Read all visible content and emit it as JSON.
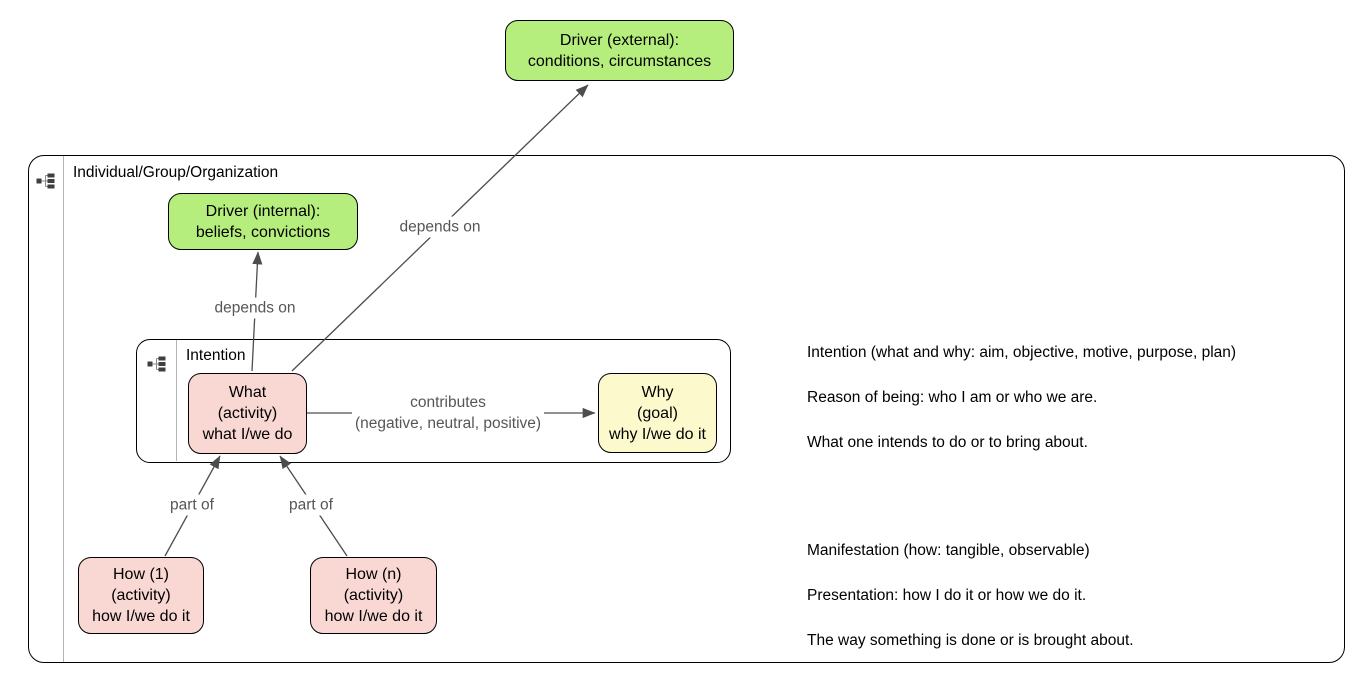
{
  "diagram": {
    "groups": {
      "organization": {
        "title": "Individual/Group/Organization"
      },
      "intention": {
        "title": "Intention"
      }
    },
    "nodes": {
      "driver_external": {
        "label": "Driver (external):\nconditions, circumstances",
        "color": "#b5ee7d"
      },
      "driver_internal": {
        "label": "Driver (internal):\nbeliefs, convictions",
        "color": "#b5ee7d"
      },
      "what": {
        "label": "What\n(activity)\nwhat I/we do",
        "color": "#f9d8d4"
      },
      "why": {
        "label": "Why\n(goal)\nwhy I/we do it",
        "color": "#fcfacd"
      },
      "how_1": {
        "label": "How (1)\n(activity)\nhow I/we do it",
        "color": "#f9d8d4"
      },
      "how_n": {
        "label": "How (n)\n(activity)\nhow I/we do it",
        "color": "#f9d8d4"
      }
    },
    "edges": {
      "depends_on_internal": {
        "label": "depends on",
        "from": "what",
        "to": "driver_internal"
      },
      "depends_on_external": {
        "label": "depends on",
        "from": "what",
        "to": "driver_external"
      },
      "contributes": {
        "label": "contributes\n(negative, neutral, positive)",
        "from": "what",
        "to": "why"
      },
      "part_of_1": {
        "label": "part of",
        "from": "how_1",
        "to": "what"
      },
      "part_of_n": {
        "label": "part of",
        "from": "how_n",
        "to": "what"
      }
    },
    "annotations": {
      "intention_notes": {
        "text": "Intention (what and why: aim, objective, motive, purpose, plan)\nReason of being: who I am or who we are.\nWhat one intends to do or to bring about."
      },
      "manifestation_notes": {
        "text": "Manifestation (how: tangible, observable)\nPresentation: how I do it or how we do it.\nThe way something is done or is brought about."
      }
    },
    "colors": {
      "driver_green": "#b5ee7d",
      "activity_pink": "#f9d8d4",
      "goal_yellow": "#fcfacd",
      "connector": "#4d4d4d",
      "edge_label_text": "#565656",
      "border": "#000000"
    }
  }
}
